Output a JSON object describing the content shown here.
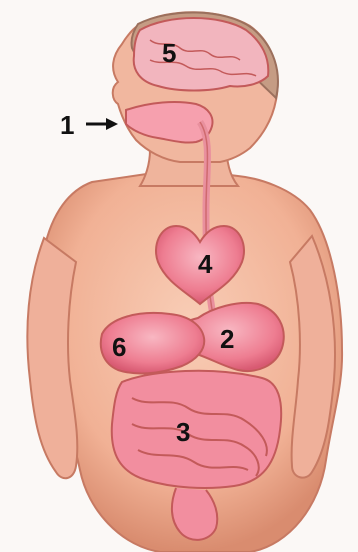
{
  "labels": {
    "mouth": "1",
    "stomach": "2",
    "intestines": "3",
    "heart": "4",
    "brain": "5",
    "liver": "6"
  },
  "colors": {
    "skin": "#f3b79b",
    "skin_dark": "#d9876c",
    "brain": "#f0b6be",
    "organ": "#ef6f85",
    "organ_light": "#f6a0ae",
    "intestine": "#f28e9f",
    "outline": "#c35a5a"
  }
}
